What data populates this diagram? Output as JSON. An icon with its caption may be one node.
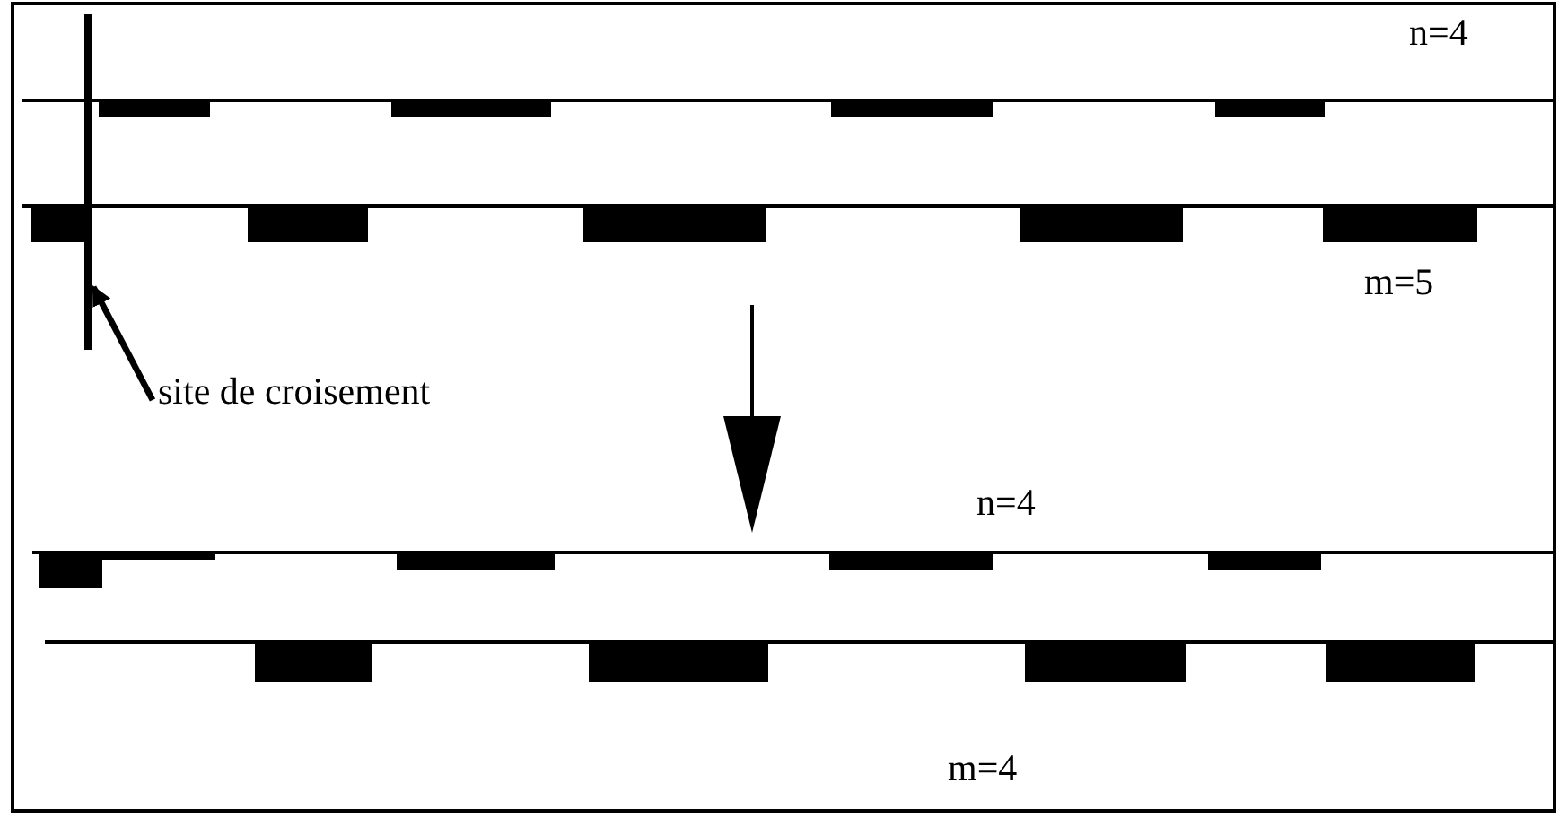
{
  "diagram": {
    "nodes": [
      {
        "text": [
          "site de croisement"
        ]
      },
      {
        "text": [],
        "shape": "bar"
      }
    ],
    "edges": [
      {
        "from": 0,
        "to": 1,
        "arrow": "to"
      }
    ],
    "labels": [
      "n=4",
      "m=5",
      "n=4",
      "m=4"
    ]
  }
}
